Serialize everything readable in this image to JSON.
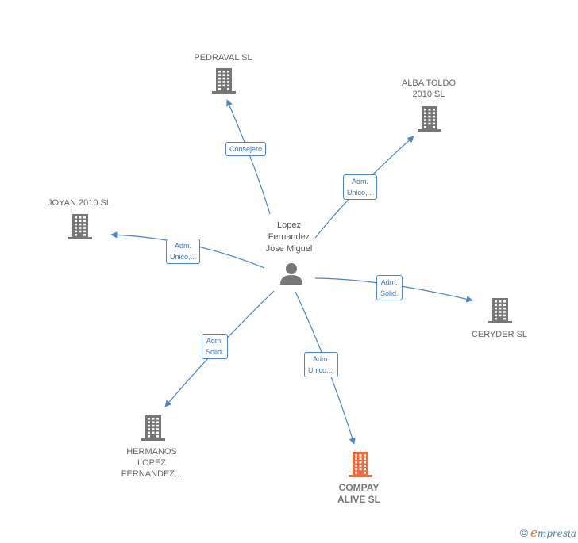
{
  "center": {
    "label_lines": [
      "Lopez",
      "Fernandez",
      "Jose Miguel"
    ],
    "icon": "person-icon"
  },
  "nodes": [
    {
      "id": "pedraval",
      "label_lines": [
        "PEDRAVAL SL"
      ],
      "icon": "building-icon",
      "highlight": false
    },
    {
      "id": "alba",
      "label_lines": [
        "ALBA TOLDO",
        "2010 SL"
      ],
      "icon": "building-icon",
      "highlight": false
    },
    {
      "id": "joyan",
      "label_lines": [
        "JOYAN 2010  SL"
      ],
      "icon": "building-icon",
      "highlight": false
    },
    {
      "id": "ceryder",
      "label_lines": [
        "CERYDER SL"
      ],
      "icon": "building-icon",
      "highlight": false
    },
    {
      "id": "hermanos",
      "label_lines": [
        "HERMANOS",
        "LOPEZ",
        "FERNANDEZ..."
      ],
      "icon": "building-icon",
      "highlight": false
    },
    {
      "id": "compay",
      "label_lines": [
        "COMPAY",
        "ALIVE  SL"
      ],
      "icon": "building-icon",
      "highlight": true
    }
  ],
  "edges": [
    {
      "target": "pedraval",
      "label_lines": [
        "Consejero"
      ]
    },
    {
      "target": "alba",
      "label_lines": [
        "Adm.",
        "Unico,..."
      ]
    },
    {
      "target": "joyan",
      "label_lines": [
        "Adm.",
        "Unico,..."
      ]
    },
    {
      "target": "ceryder",
      "label_lines": [
        "Adm.",
        "Solid."
      ]
    },
    {
      "target": "hermanos",
      "label_lines": [
        "Adm.",
        "Solid."
      ]
    },
    {
      "target": "compay",
      "label_lines": [
        "Adm.",
        "Unico,..."
      ]
    }
  ],
  "colors": {
    "building": "#777777",
    "building_highlight": "#f26b3a",
    "edge": "#4a86c8",
    "person": "#777777"
  },
  "brand": {
    "copyright_symbol": "©",
    "initial": "e",
    "rest": "mpresia"
  }
}
